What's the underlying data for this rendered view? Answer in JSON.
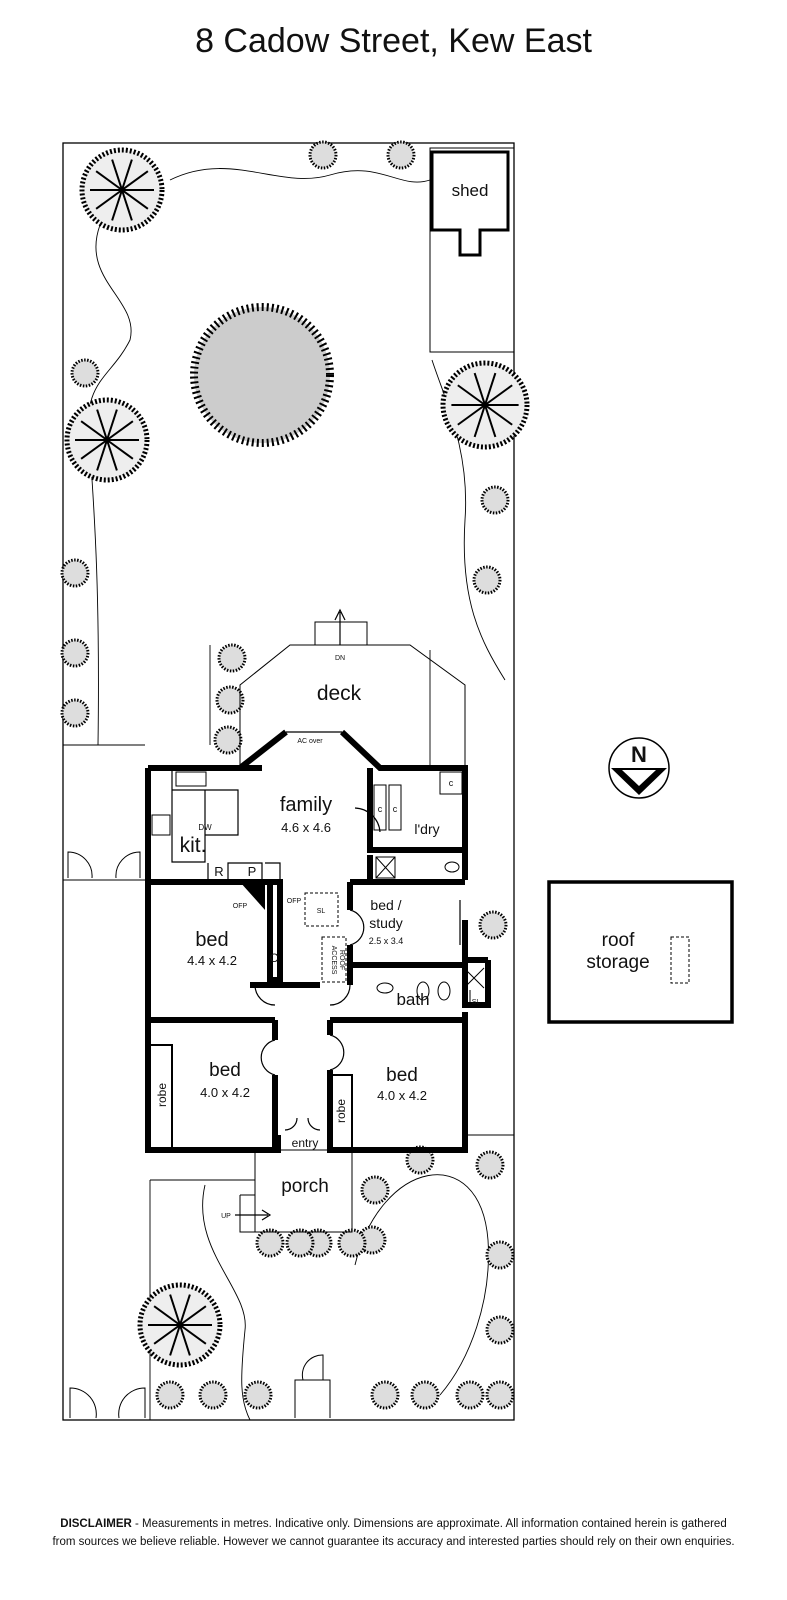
{
  "title": "8 Cadow Street, Kew East",
  "rooms": {
    "deck": "deck",
    "dn": "DN",
    "ac_over": "AC over",
    "family": "family",
    "family_dim": "4.6 x 4.6",
    "kitchen": "kit.",
    "dw": "DW",
    "r": "R",
    "p": "P",
    "ofp1": "OFP",
    "ofp2": "OFP",
    "sl1": "SL",
    "bed1": "bed",
    "bed1_dim": "4.4 x 4.2",
    "cupboard": "C",
    "roof_access_1": "ROOF",
    "roof_access_2": "ACCESS",
    "c1": "c",
    "c2": "c",
    "c3": "c",
    "laundry": "l'dry",
    "study_1": "bed /",
    "study_2": "study",
    "study_dim": "2.5 x 3.4",
    "bath": "bath",
    "sl2": "SL",
    "bed2": "bed",
    "bed2_dim": "4.0 x 4.2",
    "bed3": "bed",
    "bed3_dim": "4.0 x 4.2",
    "robe1": "robe",
    "robe2": "robe",
    "entry": "entry",
    "porch": "porch",
    "up": "UP",
    "shed": "shed",
    "roof_storage_1": "roof",
    "roof_storage_2": "storage",
    "north": "N"
  },
  "disclaimer": {
    "label": "DISCLAIMER",
    "line1": " - Measurements in metres. Indicative only. Dimensions are approximate. All information contained herein is gathered",
    "line2": "from sources we believe reliable. However we cannot guarantee its accuracy and interested parties should rely on their own enquiries."
  }
}
